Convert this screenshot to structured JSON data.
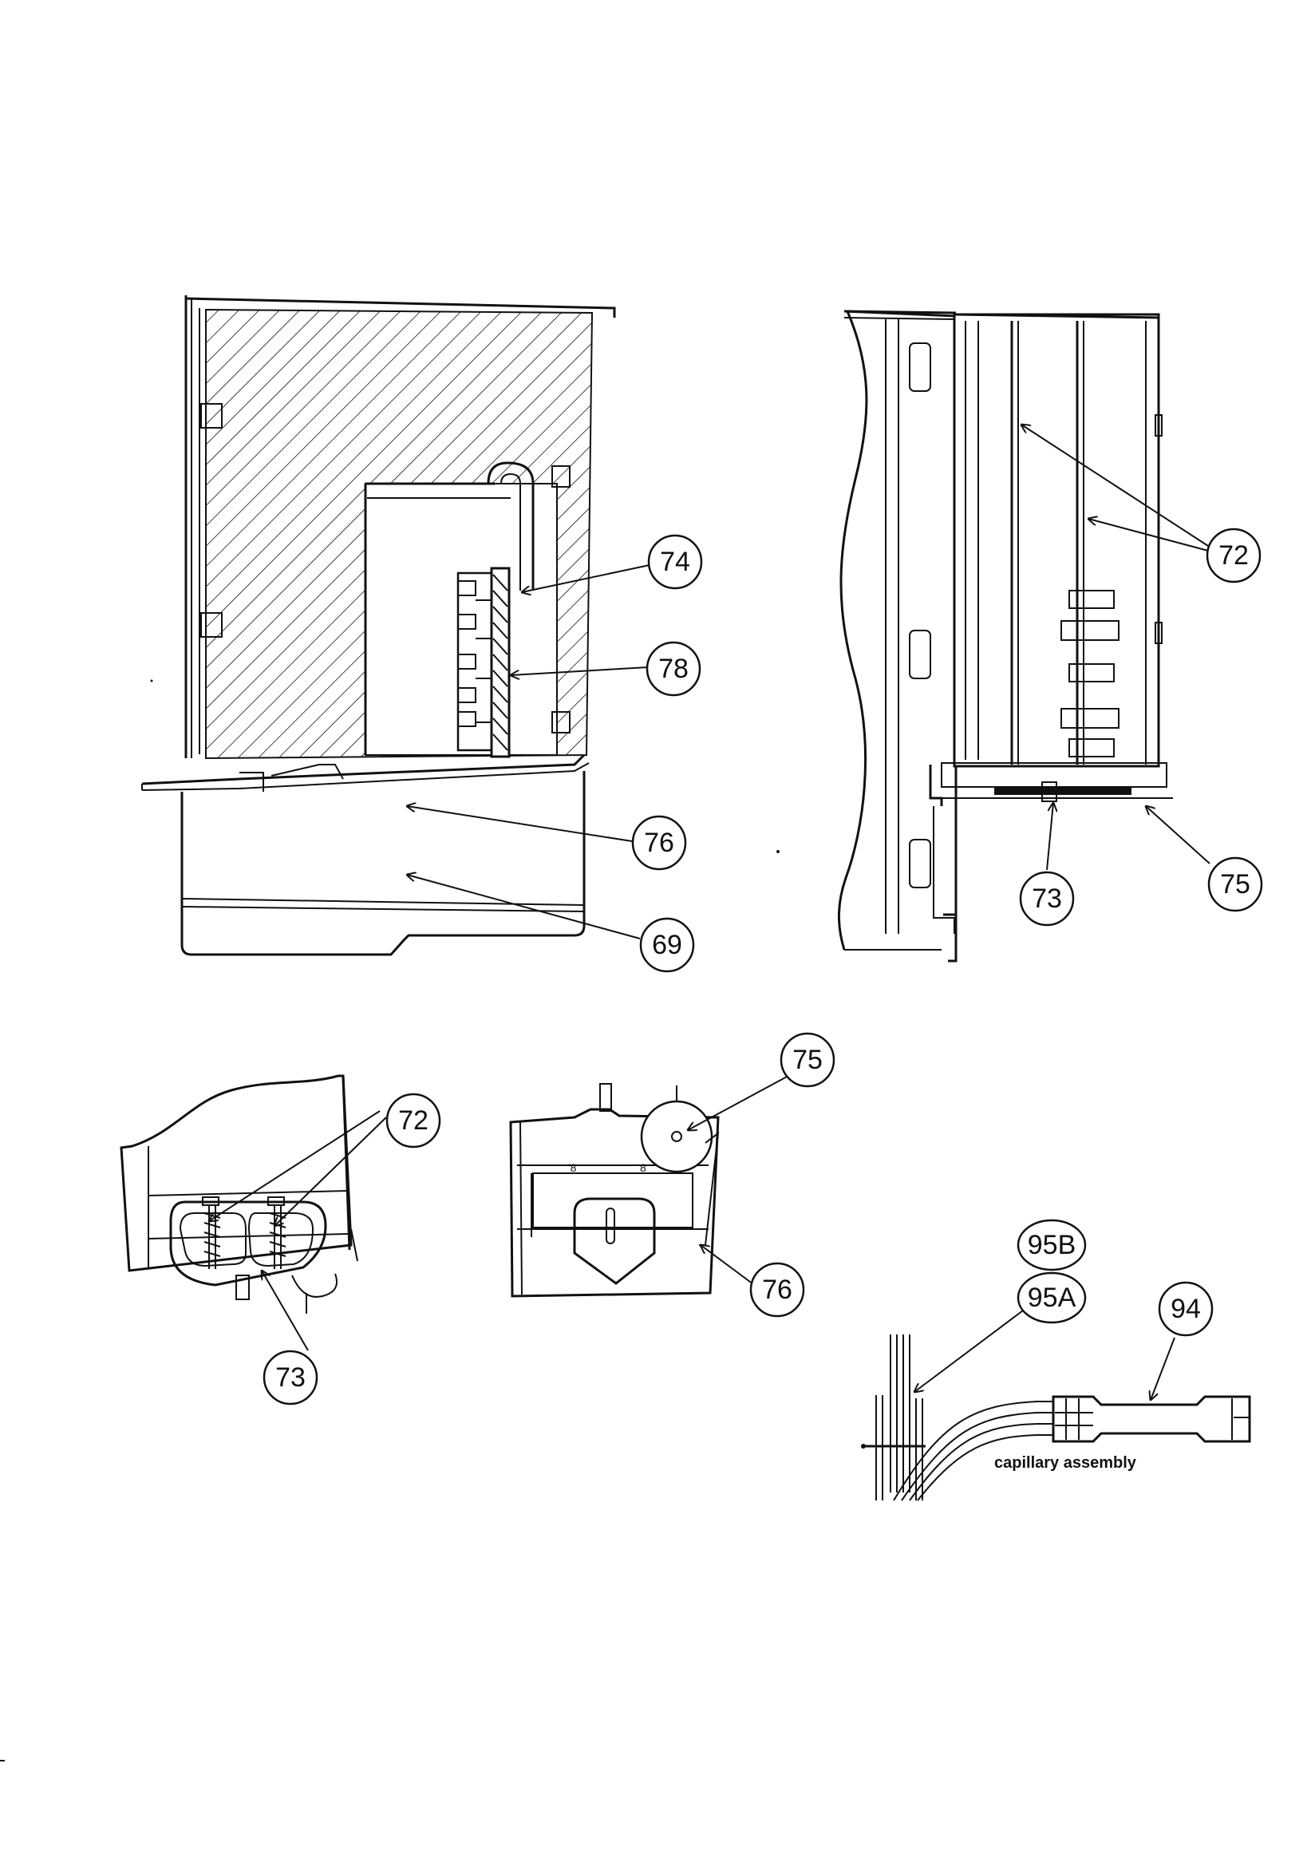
{
  "callouts": {
    "c74": "74",
    "c78": "78",
    "c76a": "76",
    "c69": "69",
    "c72a": "72",
    "c73a": "73",
    "c75a": "75",
    "c72b": "72",
    "c73b": "73",
    "c75b": "75",
    "c76b": "76",
    "c95b": "95B",
    "c95a": "95A",
    "c94": "94"
  },
  "captions": {
    "capillary": "capillary assembly"
  }
}
